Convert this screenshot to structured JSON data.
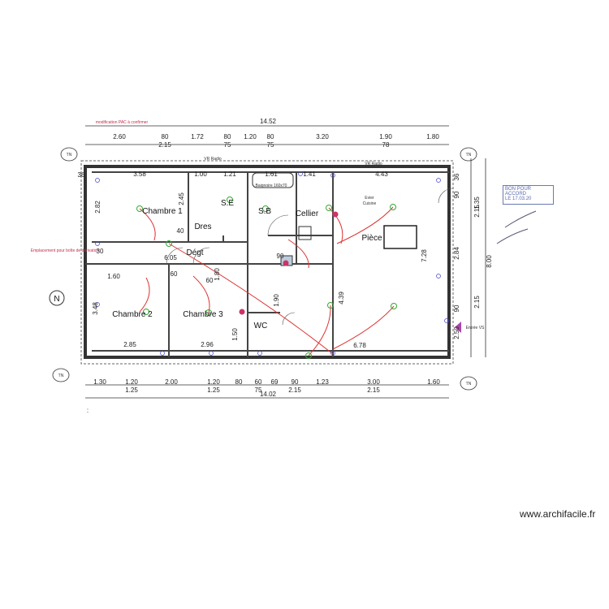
{
  "plan": {
    "overall_top": "14.52",
    "overall_bottom": "14.02",
    "overall_right": "8.00",
    "top_note": "modification PAC à confirmer",
    "left_note": "Emplacement pour boîte de dérivation",
    "stamp_line1": "BON POUR ACCORD",
    "stamp_line2": "LE 17.03.20",
    "entry_label": "Entrée VS",
    "axis_labels": [
      "TN",
      "TN",
      "TN",
      "TN"
    ],
    "top_dims": [
      "2.60",
      "80",
      "2.15",
      "1.72",
      "80",
      "75",
      "1.20",
      "80",
      "75",
      "3.20",
      "1.90",
      "78",
      "1.80"
    ],
    "bottom_dims": [
      "1.30",
      "1.20",
      "1.25",
      "2.00",
      "1.20",
      "1.25",
      "80",
      "60",
      "75",
      "69",
      "90",
      "2.15",
      "1.23",
      "3.00",
      "2.15",
      "1.60"
    ],
    "right_dims": [
      "36",
      "1.35",
      "90",
      "2.15",
      "2.84",
      "90",
      "2.15",
      "2.50"
    ],
    "rooms": [
      "Chambre 1",
      "Dres",
      "S.E",
      "S.B",
      "Cellier",
      "Pièce",
      "Dégt",
      "Chambre 2",
      "Chambre 3",
      "WC"
    ],
    "interior_dims": [
      "3.58",
      "1.00",
      "1.21",
      "1.61",
      "1.41",
      "4.43",
      "2.82",
      "2.45",
      "40",
      "6.05",
      "30",
      "1.60",
      "1.80",
      "3.48",
      "2.85",
      "2.96",
      "1.90",
      "1.50",
      "4.39",
      "6.78",
      "7.28",
      "36",
      "60",
      "60",
      "90"
    ],
    "notes": [
      "VR Radio",
      "VR Radio",
      "Baignoire 160x70",
      "Evier",
      "Cuisine"
    ]
  },
  "footer": {
    "watermark": "www.archifacile.fr",
    "colon": ":"
  }
}
